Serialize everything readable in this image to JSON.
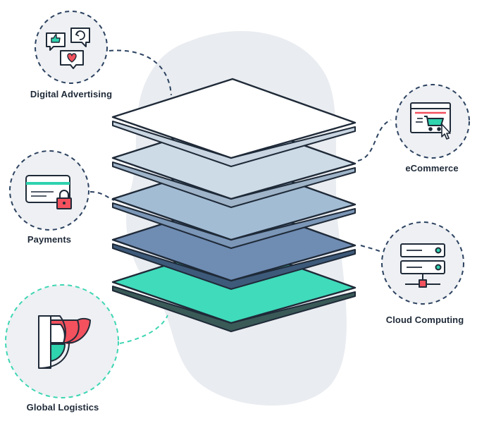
{
  "labels": {
    "digital_advertising": "Digital Advertising",
    "ecommerce": "eCommerce",
    "payments": "Payments",
    "cloud_computing": "Cloud Computing",
    "global_logistics": "Global Logistics"
  },
  "colors": {
    "outline": "#1f2a38",
    "blob": "#e9ecf0",
    "circle_fill": "#eef0f3",
    "dash_navy": "#2c4260",
    "dash_teal": "#3fd6b4",
    "layer_1": "#ffffff",
    "layer_2": "#cddbe6",
    "layer_3": "#a2bcd4",
    "layer_4": "#6f8cb3",
    "layer_5": "#3fdbbb",
    "accent_red": "#f2515d",
    "accent_teal": "#2fd3ae"
  },
  "icons": {
    "digital_advertising": "social-feedback-icon",
    "ecommerce": "shopping-cart-icon",
    "payments": "locked-credit-card-icon",
    "cloud_computing": "server-rack-icon",
    "global_logistics": "logistics-logo-icon"
  }
}
